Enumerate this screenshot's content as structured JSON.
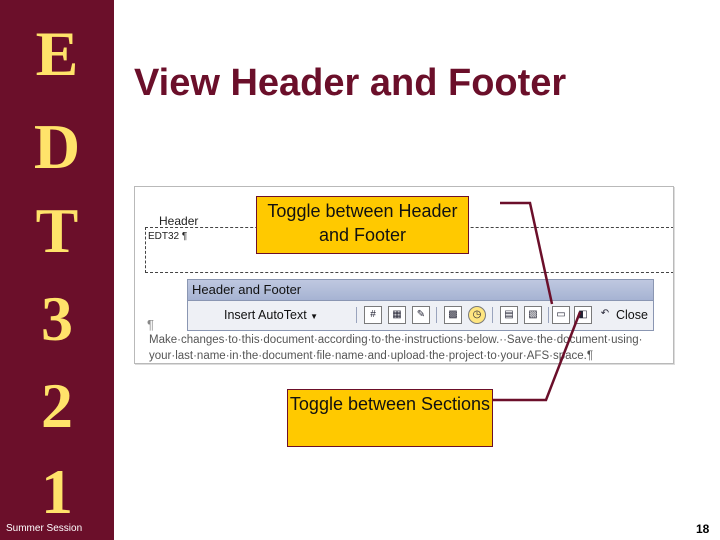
{
  "sidebar": {
    "letters": [
      "E",
      "D",
      "T",
      "3",
      "2",
      "1"
    ],
    "session": "Summer Session",
    "bg_color": "#6b0f2a",
    "letter_color": "#ffe36a"
  },
  "slide": {
    "title": "View Header and Footer",
    "page_number": "18"
  },
  "word": {
    "header_label": "Header",
    "header_text": "EDT32 ¶",
    "paragraph_mark": "¶",
    "body_line1": "Make·changes·to·this·document·according·to·the·instructions·below.··Save·the·document·using·",
    "body_line2": "your·last·name·in·the·document·file·name·and·upload·the·project·to·your·AFS·space.¶"
  },
  "toolbar": {
    "title": "Header and Footer",
    "insert_autotext": "Insert AutoText",
    "close": "Close",
    "icons": [
      "page-number-icon",
      "page-count-icon",
      "format-page-number-icon",
      "date-icon",
      "time-icon",
      "page-setup-icon",
      "show-hide-document-text-icon",
      "same-as-previous-icon",
      "switch-header-footer-icon",
      "show-previous-icon",
      "show-next-icon"
    ]
  },
  "callouts": {
    "toggle_header_footer": "Toggle between Header and Footer",
    "toggle_sections": "Toggle between Sections"
  }
}
